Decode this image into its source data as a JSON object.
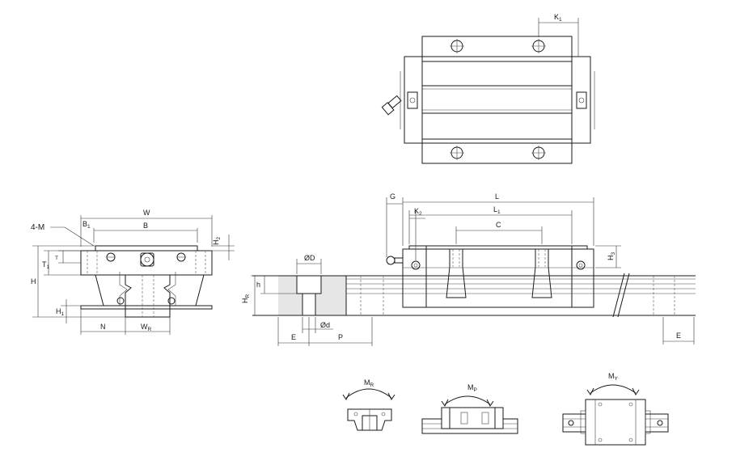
{
  "top_view": {
    "k1_label": "K",
    "k1_sub": "1"
  },
  "end_view": {
    "w_label": "W",
    "b_label": "B",
    "b1_label": "B",
    "b1_sub": "1",
    "m_label": "4-M",
    "h_label": "H",
    "h1_label": "H",
    "h1_sub": "1",
    "h2_label": "H",
    "h2_sub": "2",
    "t_label": "T",
    "t1_label": "T",
    "t1_sub": "1",
    "n_label": "N",
    "wr_label": "W",
    "wr_sub": "R"
  },
  "side_view": {
    "g_label": "G",
    "l_label": "L",
    "l1_label": "L",
    "l1_sub": "1",
    "k2_label": "K",
    "k2_sub": "2",
    "c_label": "C",
    "h3_label": "H",
    "h3_sub": "3",
    "e_right_label": "E"
  },
  "rail_section": {
    "od_label": "ØD",
    "d_label": "Ød",
    "h_label": "h",
    "hr_label": "H",
    "hr_sub": "R",
    "e_label": "E",
    "p_label": "P"
  },
  "moments": [
    {
      "label": "M",
      "sub": "R"
    },
    {
      "label": "M",
      "sub": "P"
    },
    {
      "label": "M",
      "sub": "Y"
    }
  ]
}
